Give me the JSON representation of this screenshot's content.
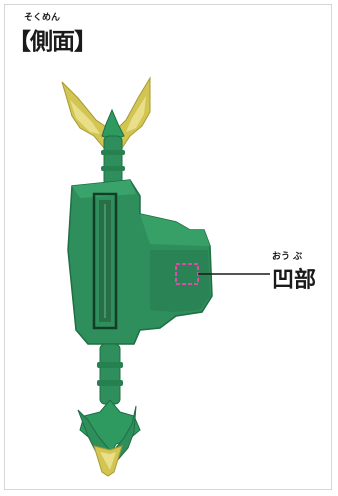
{
  "header": {
    "ruby": "そくめん",
    "title": "【側面】"
  },
  "callout": {
    "ruby": "おう ぶ",
    "label": "凹部"
  },
  "colors": {
    "body_green": "#2f8f5c",
    "gold": "#d2c552",
    "marker_pink": "#d94ea8"
  }
}
